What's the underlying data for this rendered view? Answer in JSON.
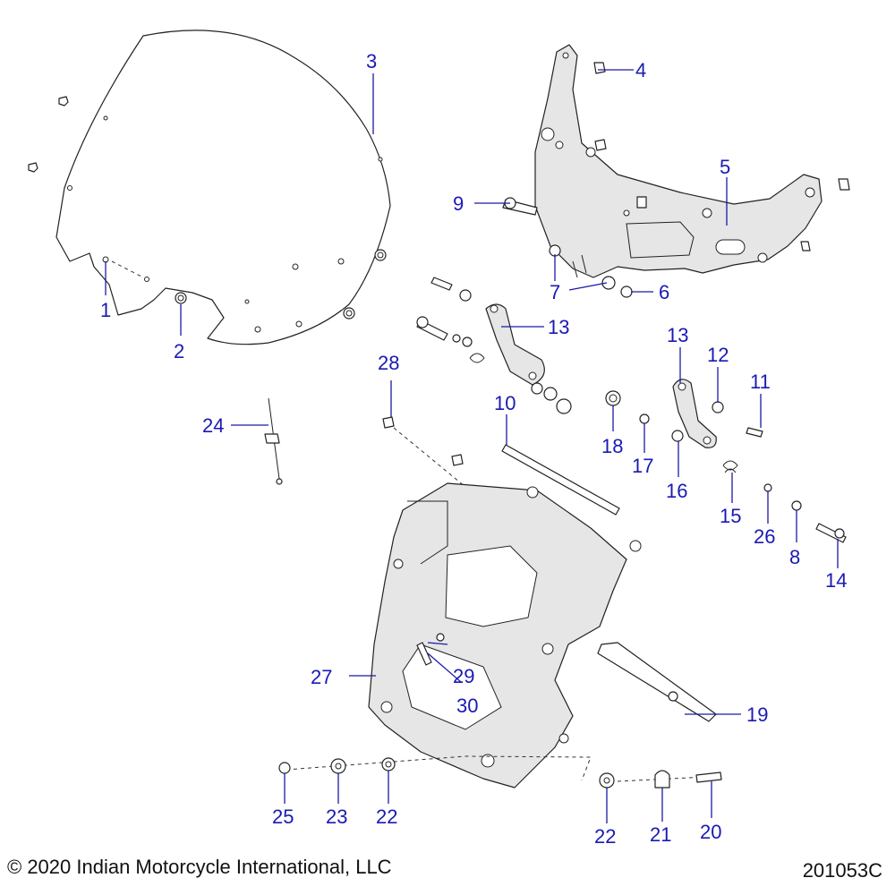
{
  "callouts": {
    "c1": "1",
    "c2": "2",
    "c3": "3",
    "c4": "4",
    "c5": "5",
    "c6": "6",
    "c7": "7",
    "c8": "8",
    "c9": "9",
    "c10": "10",
    "c11": "11",
    "c12": "12",
    "c13a": "13",
    "c13b": "13",
    "c14": "14",
    "c15": "15",
    "c16": "16",
    "c17": "17",
    "c18": "18",
    "c19": "19",
    "c20": "20",
    "c21": "21",
    "c22a": "22",
    "c22b": "22",
    "c23": "23",
    "c24": "24",
    "c25": "25",
    "c26": "26",
    "c27": "27",
    "c28": "28",
    "c29": "29",
    "c30": "30"
  },
  "footer": {
    "copyright": "© 2020 Indian Motorcycle International, LLC",
    "figure_id": "201053C"
  },
  "colors": {
    "callout": "#1a1ab4",
    "line_art": "#222222",
    "shading": "#e6e6e6"
  }
}
